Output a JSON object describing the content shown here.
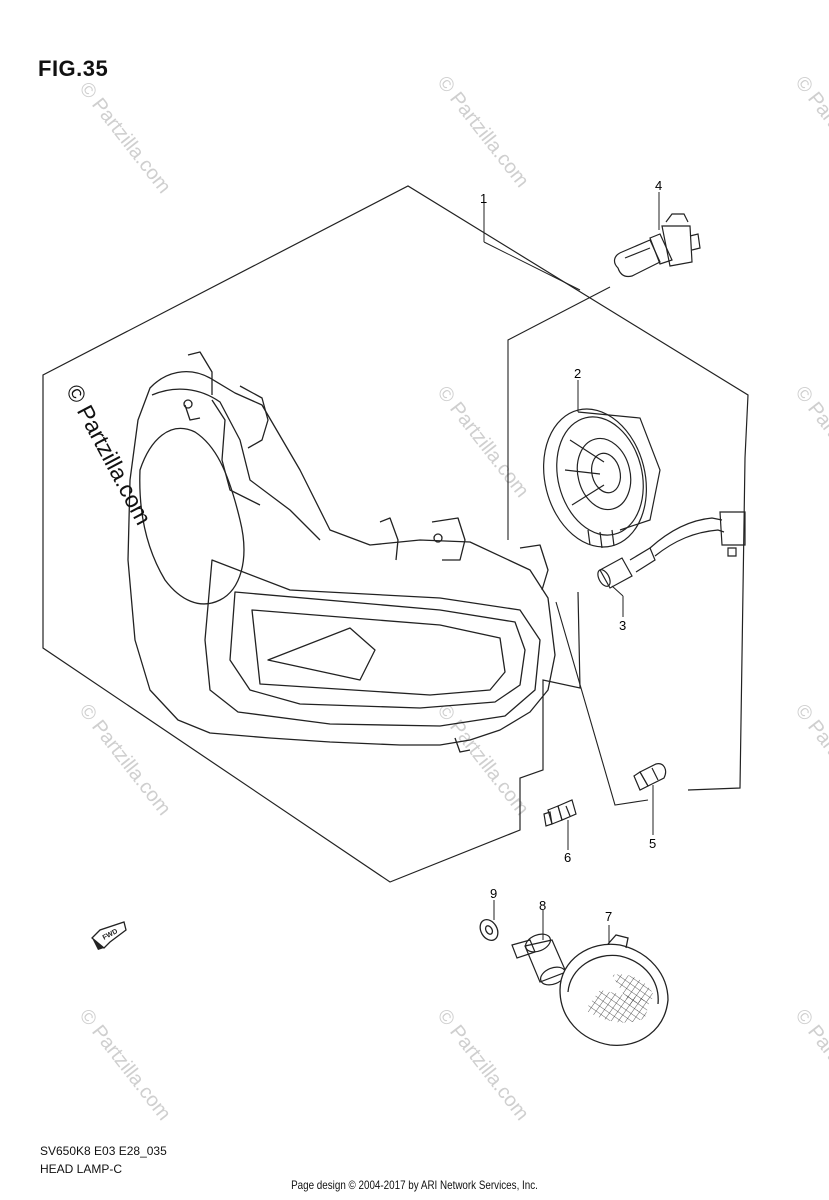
{
  "figure": {
    "title": "FIG.35",
    "model_code": "SV650K8 E03 E28_035",
    "section_name": "HEAD LAMP-C"
  },
  "credit": "Page design © 2004-2017 by ARI Network Services, Inc.",
  "watermark": "© Partzilla.com",
  "fwd_label": "FWD",
  "callouts": [
    {
      "id": "callout-1",
      "label": "1"
    },
    {
      "id": "callout-2",
      "label": "2"
    },
    {
      "id": "callout-3",
      "label": "3"
    },
    {
      "id": "callout-4",
      "label": "4"
    },
    {
      "id": "callout-5",
      "label": "5"
    },
    {
      "id": "callout-6",
      "label": "6"
    },
    {
      "id": "callout-7",
      "label": "7"
    },
    {
      "id": "callout-8",
      "label": "8"
    },
    {
      "id": "callout-9",
      "label": "9"
    }
  ]
}
